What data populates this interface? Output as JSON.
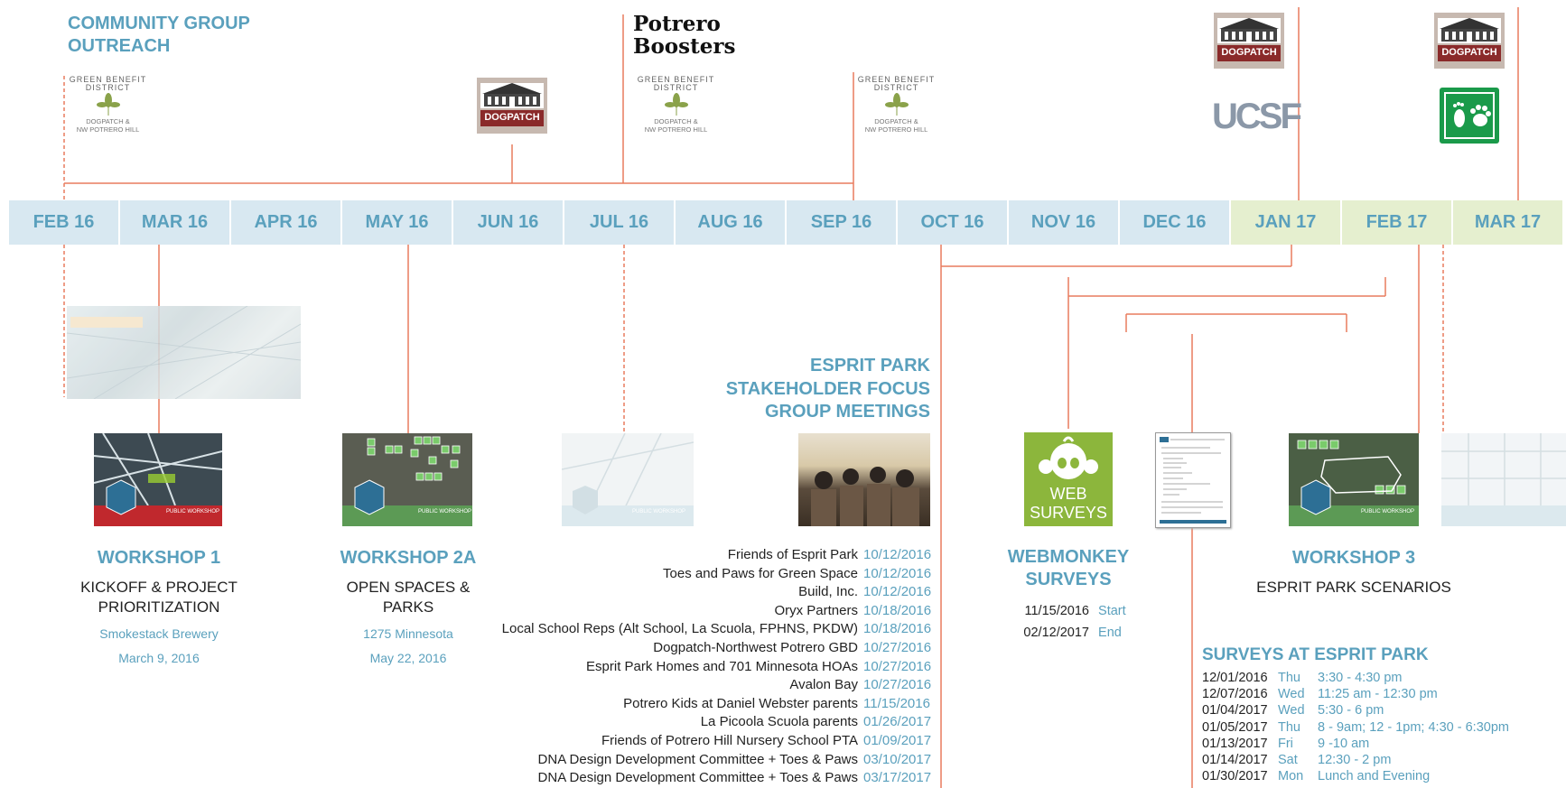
{
  "colors": {
    "accent": "#5aa0bd",
    "line": "#e97c5e",
    "timeline_blue": "#d8e8f1",
    "timeline_green": "#e5efcf"
  },
  "outreach": {
    "title_line1": "COMMUNITY GROUP",
    "title_line2": "OUTREACH",
    "potrero_line1": "Potrero",
    "potrero_line2": "Boosters",
    "gbd_line1": "GREEN BENEFIT",
    "gbd_line2": "DISTRICT",
    "gbd_line3": "DOGPATCH &",
    "gbd_line4": "NW POTRERO HILL",
    "dogpatch_label": "DOGPATCH",
    "ucsf_label": "UCSF"
  },
  "timeline": {
    "months": [
      "FEB 16",
      "MAR 16",
      "APR 16",
      "MAY 16",
      "JUN 16",
      "JUL 16",
      "AUG 16",
      "SEP 16",
      "OCT 16",
      "NOV 16",
      "DEC 16",
      "JAN 17",
      "FEB 17",
      "MAR 17"
    ],
    "green_start_index": 11
  },
  "workshop1": {
    "title": "WORKSHOP 1",
    "subtitle_line1": "KICKOFF & PROJECT",
    "subtitle_line2": "PRIORITIZATION",
    "location": "Smokestack Brewery",
    "date": "March 9, 2016"
  },
  "workshop2a": {
    "title": "WORKSHOP 2A",
    "subtitle_line1": "OPEN SPACES &",
    "subtitle_line2": "PARKS",
    "location": "1275 Minnesota",
    "date": "May 22, 2016"
  },
  "workshop3": {
    "title": "WORKSHOP 3",
    "subtitle": "ESPRIT PARK SCENARIOS"
  },
  "thumbnails": {
    "public_workshop": "PUBLIC WORKSHOP"
  },
  "focus_groups": {
    "title_line1": "ESPRIT PARK",
    "title_line2": "STAKEHOLDER FOCUS",
    "title_line3": "GROUP MEETINGS",
    "meetings": [
      {
        "name": "Friends of Esprit Park",
        "date": "10/12/2016"
      },
      {
        "name": "Toes and Paws for Green Space",
        "date": "10/12/2016"
      },
      {
        "name": "Build, Inc.",
        "date": "10/12/2016"
      },
      {
        "name": "Oryx Partners",
        "date": "10/18/2016"
      },
      {
        "name": "Local School Reps (Alt School, La Scuola, FPHNS, PKDW)",
        "date": "10/18/2016"
      },
      {
        "name": "Dogpatch-Northwest Potrero GBD",
        "date": "10/27/2016"
      },
      {
        "name": "Esprit Park Homes and 701 Minnesota HOAs",
        "date": "10/27/2016"
      },
      {
        "name": "Avalon Bay",
        "date": "10/27/2016"
      },
      {
        "name": "Potrero Kids at Daniel Webster parents",
        "date": "11/15/2016"
      },
      {
        "name": "La Picoola Scuola parents",
        "date": "01/26/2017"
      },
      {
        "name": "Friends of Potrero Hill Nursery School PTA",
        "date": "01/09/2017"
      },
      {
        "name": "DNA Design Development Committee + Toes & Paws",
        "date": "03/10/2017"
      },
      {
        "name": "DNA Design Development Committee + Toes & Paws",
        "date": "03/17/2017"
      }
    ]
  },
  "webmonkey": {
    "icon_line1": "WEB",
    "icon_line2": "SURVEYS",
    "title_line1": "WEBMONKEY",
    "title_line2": "SURVEYS",
    "start_date": "11/15/2016",
    "start_label": "Start",
    "end_date": "02/12/2017",
    "end_label": "End"
  },
  "surveys": {
    "title": "SURVEYS AT ESPRIT PARK",
    "rows": [
      {
        "date": "12/01/2016",
        "day": "Thu",
        "time": "3:30 - 4:30 pm"
      },
      {
        "date": "12/07/2016",
        "day": "Wed",
        "time": "11:25 am - 12:30 pm"
      },
      {
        "date": "01/04/2017",
        "day": "Wed",
        "time": "5:30 - 6 pm"
      },
      {
        "date": "01/05/2017",
        "day": "Thu",
        "time": "8 - 9am; 12 - 1pm; 4:30 - 6:30pm"
      },
      {
        "date": "01/13/2017",
        "day": "Fri",
        "time": "9 -10 am"
      },
      {
        "date": "01/14/2017",
        "day": "Sat",
        "time": "12:30 - 2 pm"
      },
      {
        "date": "01/30/2017",
        "day": "Mon",
        "time": "Lunch and Evening"
      }
    ]
  }
}
